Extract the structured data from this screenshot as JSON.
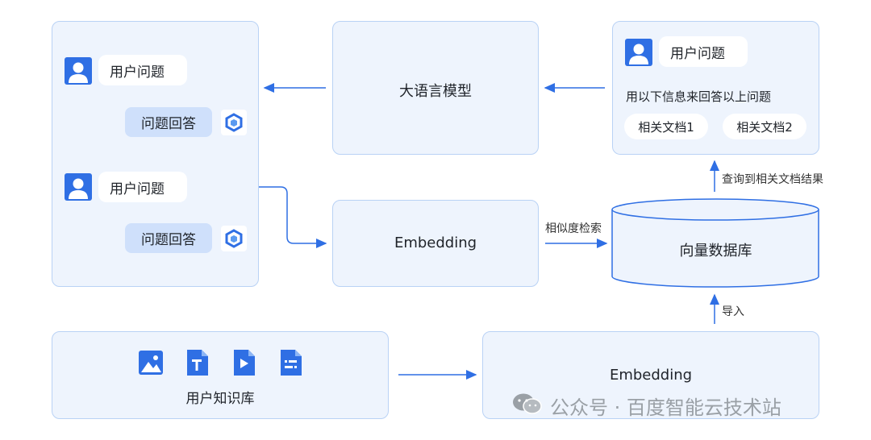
{
  "chat_panel": {
    "q1": "用户问题",
    "a1": "问题回答",
    "q2": "用户问题",
    "a2": "问题回答"
  },
  "llm": {
    "label": "大语言模型"
  },
  "prompt_panel": {
    "question": "用户问题",
    "instruction": "用以下信息来回答以上问题",
    "doc1": "相关文档1",
    "doc2": "相关文档2"
  },
  "embedding_top": {
    "label": "Embedding"
  },
  "vector_db": {
    "label": "向量数据库"
  },
  "knowledge_base": {
    "label": "用户知识库"
  },
  "embedding_bottom": {
    "label": "Embedding"
  },
  "edges": {
    "similarity": "相似度检索",
    "query_result": "查询到相关文档结果",
    "import": "导入"
  },
  "watermark": {
    "text": "公众号 · 百度智能云技术站"
  },
  "colors": {
    "accent": "#2f6fe4",
    "box_fill": "#eef4fd",
    "box_border": "#b9d2f5"
  },
  "icons": [
    "user-icon",
    "cube-logo-icon",
    "image-file-icon",
    "text-file-icon",
    "video-file-icon",
    "list-file-icon",
    "wechat-icon"
  ]
}
